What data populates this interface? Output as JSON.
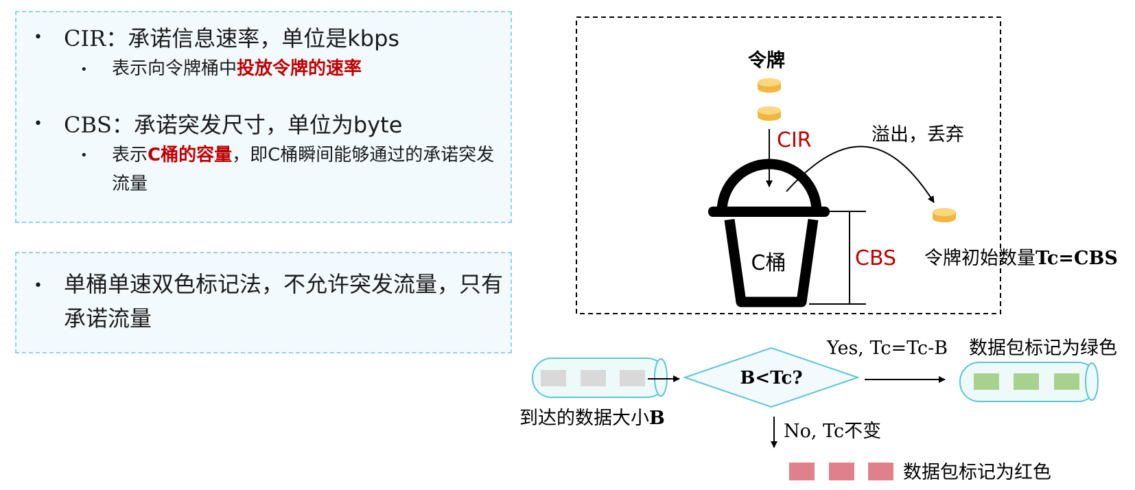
{
  "left_panel": {
    "cir": {
      "head_prefix": "CIR",
      "head_suffix": "：承诺信息速率，单位是kbps",
      "sub_normal": "表示向令牌桶中",
      "sub_highlight": "投放令牌的速率"
    },
    "cbs": {
      "head_prefix": "CBS",
      "head_suffix": "：承诺突发尺寸，单位为byte",
      "sub_normal_1": "表示",
      "sub_highlight": "C桶的容量",
      "sub_normal_2": "，即C桶瞬间能够通过的承诺突发流量"
    },
    "summary": "单桶单速双色标记法，不允许突发流量，只有承诺流量"
  },
  "diagram": {
    "token_label": "令牌",
    "cir_label": "CIR",
    "overflow_label": "溢出，丢弃",
    "bucket_label": "C桶",
    "cbs_label": "CBS",
    "initial_tokens_prefix": "令牌初始数量",
    "initial_tokens_formula": "Tc=CBS",
    "arrival_label_prefix": "到达的数据大小",
    "arrival_label_var": "B",
    "condition": "B<Tc?",
    "yes_branch": "Yes, Tc=Tc-B",
    "green_label": "数据包标记为绿色",
    "no_branch": "No, Tc不变",
    "red_label": "数据包标记为红色"
  },
  "colors": {
    "accent_red": "#c00000",
    "token_gold": "#f5c45c",
    "green_packet": "#a9d18e",
    "red_packet": "#e0808a",
    "gray_packet": "#d9d9d9",
    "panel_bg": "#f3fafd",
    "teal_border": "#5bc5d2"
  }
}
